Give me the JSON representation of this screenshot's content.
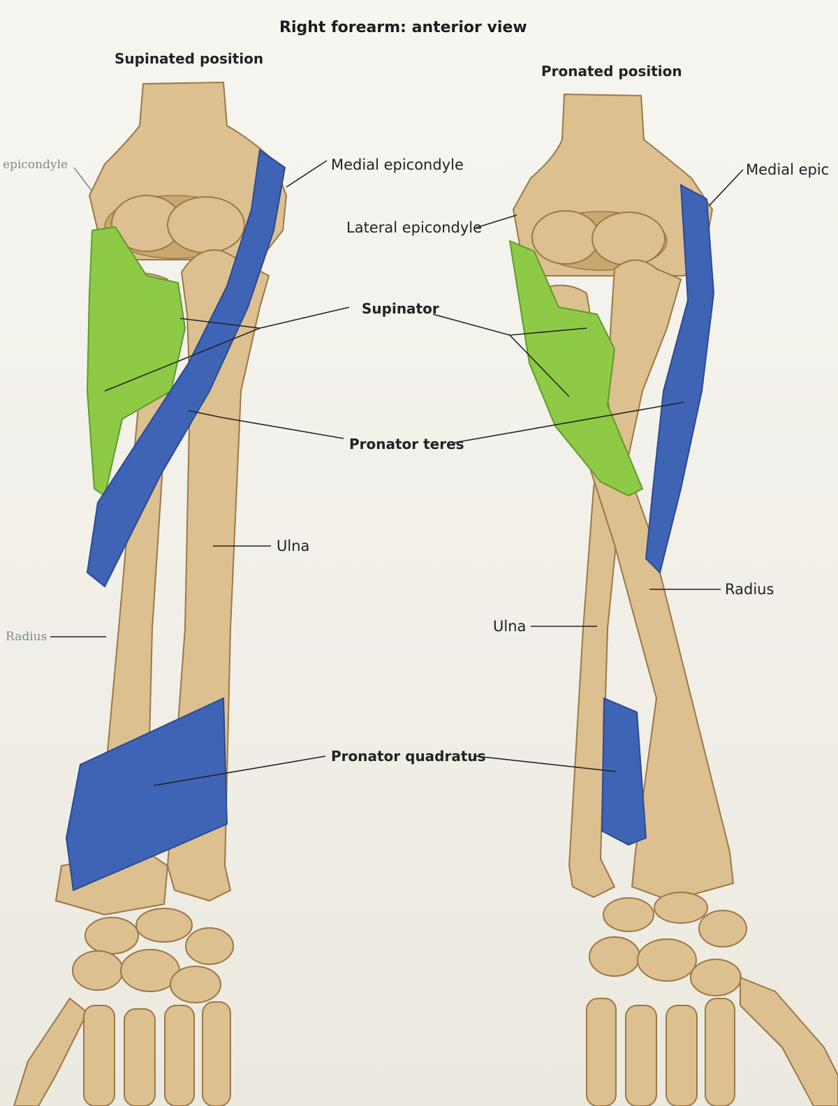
{
  "title": "Right forearm: anterior view",
  "panels": {
    "supinated": {
      "heading": "Supinated position",
      "labels": {
        "lateral_epicondyle": "epicondyle",
        "medial_epicondyle": "Medial epicondyle",
        "ulna": "Ulna",
        "radius": "Radius"
      }
    },
    "pronated": {
      "heading": "Pronated position",
      "labels": {
        "medial_epicondyle": "Medial epic",
        "lateral_epicondyle": "Lateral epicondyle",
        "radius": "Radius",
        "ulna": "Ulna"
      }
    }
  },
  "shared_labels": {
    "supinator": "Supinator",
    "pronator_teres": "Pronator teres",
    "pronator_quadratus": "Pronator quadratus"
  },
  "colors": {
    "bone": "#dcc090",
    "bone_shadow": "#b8955f",
    "muscle_blue": "#3f64b5",
    "muscle_green": "#8fca47",
    "leader_line": "#222222"
  }
}
